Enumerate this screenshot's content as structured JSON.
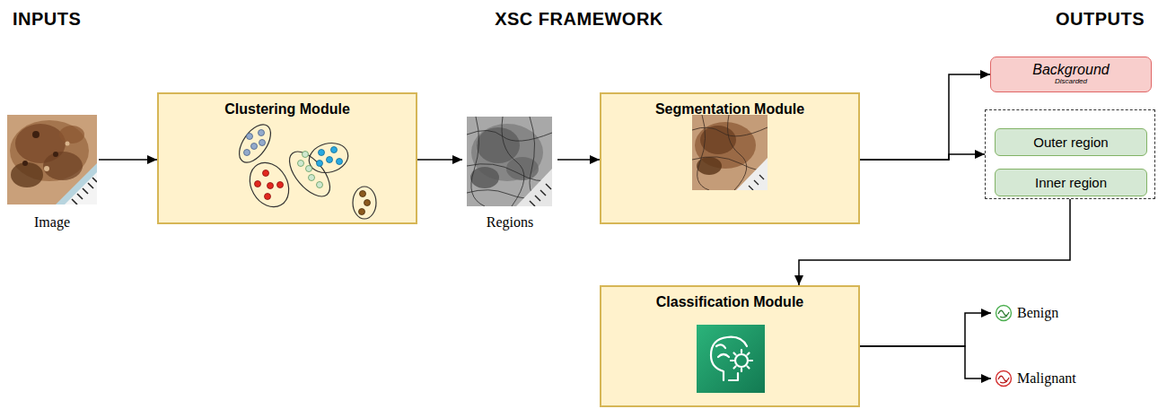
{
  "diagram": {
    "nodes": [
      {
        "text": [
          "Image"
        ]
      },
      {
        "text": [
          "Clustering Module"
        ]
      },
      {
        "text": [
          "Regions"
        ]
      },
      {
        "text": [
          "Segmentation Module"
        ]
      },
      {
        "text": [
          "Background",
          "Discarded"
        ]
      },
      {
        "text": []
      },
      {
        "text": [
          "Outer region"
        ],
        "in": 5
      },
      {
        "text": [
          "Inner region"
        ],
        "in": 5
      },
      {
        "text": [
          "Classification Module"
        ]
      },
      {
        "text": [
          "Benign"
        ]
      },
      {
        "text": [
          "Malignant"
        ]
      }
    ],
    "edges": [
      {
        "from": 0,
        "to": 1,
        "arrow": "to"
      },
      {
        "from": 1,
        "to": 2,
        "arrow": "to"
      },
      {
        "from": 2,
        "to": 3,
        "arrow": "to"
      },
      {
        "from": 3,
        "to": 4,
        "arrow": "to"
      },
      {
        "from": 3,
        "to": 5,
        "arrow": "to"
      },
      {
        "from": 5,
        "to": 8,
        "arrow": "to"
      },
      {
        "from": 8,
        "to": 9,
        "arrow": "to"
      },
      {
        "from": 8,
        "to": 10,
        "arrow": "to"
      }
    ],
    "labels": [
      "INPUTS",
      "XSC FRAMEWORK",
      "OUTPUTS"
    ]
  }
}
